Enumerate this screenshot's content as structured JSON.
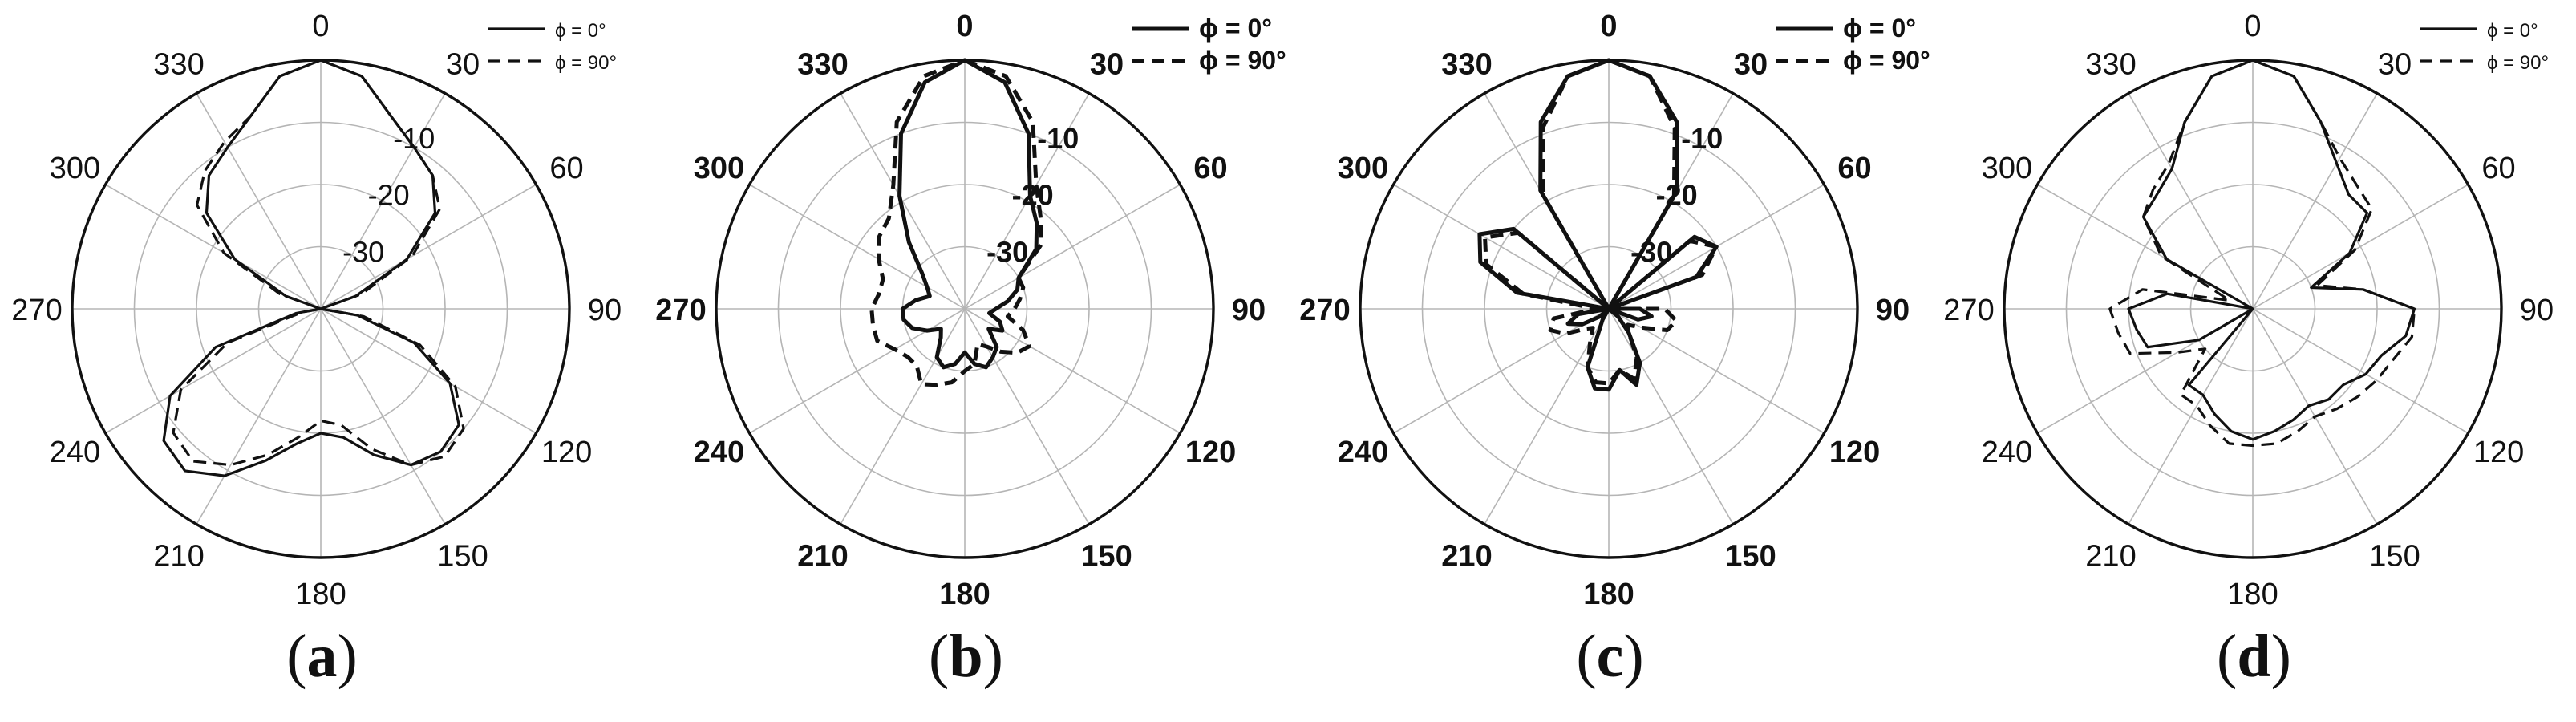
{
  "charts": [
    {
      "caption": "a",
      "legend": {
        "solid": "ϕ = 0°",
        "dashed": "ϕ = 90°"
      },
      "bold": false
    },
    {
      "caption": "b",
      "legend": {
        "solid": "ϕ = 0°",
        "dashed": "ϕ = 90°"
      },
      "bold": true
    },
    {
      "caption": "c",
      "legend": {
        "solid": "ϕ = 0°",
        "dashed": "ϕ = 90°"
      },
      "bold": true
    },
    {
      "caption": "d",
      "legend": {
        "solid": "ϕ = 0°",
        "dashed": "ϕ = 90°"
      },
      "bold": false
    }
  ],
  "chart_data": [
    {
      "type": "line",
      "polar": true,
      "angle_labels": [
        "0",
        "30",
        "60",
        "90",
        "120",
        "150",
        "180",
        "210",
        "240",
        "270",
        "300",
        "330"
      ],
      "radial_tick_labels": [
        "-10",
        "-20",
        "-30"
      ],
      "rlim": [
        -40,
        0
      ],
      "rings_dB": [
        -10,
        -20,
        -30
      ],
      "grid": true,
      "legend_position": "top-right",
      "series": [
        {
          "name": "ϕ = 0°",
          "style": "solid",
          "theta_deg": [
            0,
            10,
            20,
            30,
            40,
            50,
            60,
            70,
            80,
            90,
            100,
            110,
            120,
            130,
            140,
            150,
            160,
            170,
            180,
            190,
            200,
            210,
            220,
            230,
            240,
            250,
            260,
            270,
            280,
            290,
            300,
            310,
            320,
            330,
            340,
            350
          ],
          "gain_dB": [
            0,
            -2,
            -7,
            -10,
            -12,
            -16,
            -24,
            -34,
            -40,
            -40,
            -34,
            -24,
            -16,
            -11,
            -10,
            -11,
            -15,
            -19,
            -20,
            -18,
            -14,
            -9,
            -6,
            -7,
            -12,
            -22,
            -36,
            -40,
            -40,
            -34,
            -24,
            -16,
            -12,
            -10,
            -7,
            -2
          ]
        },
        {
          "name": "ϕ = 90°",
          "style": "dashed",
          "theta_deg": [
            0,
            10,
            20,
            30,
            40,
            50,
            60,
            70,
            80,
            90,
            100,
            110,
            120,
            130,
            140,
            150,
            160,
            170,
            180,
            190,
            200,
            210,
            220,
            230,
            240,
            250,
            260,
            270,
            280,
            290,
            300,
            310,
            320,
            330,
            340,
            350
          ],
          "gain_dB": [
            0,
            -2,
            -7,
            -10,
            -12,
            -15,
            -23,
            -33,
            -40,
            -40,
            -33,
            -23,
            -15,
            -10,
            -9,
            -11,
            -16,
            -21,
            -22,
            -19,
            -15,
            -11,
            -8,
            -9,
            -14,
            -24,
            -37,
            -40,
            -40,
            -33,
            -22,
            -14,
            -11,
            -9,
            -7,
            -2
          ]
        }
      ]
    },
    {
      "type": "line",
      "polar": true,
      "angle_labels": [
        "0",
        "30",
        "60",
        "90",
        "120",
        "150",
        "180",
        "210",
        "240",
        "270",
        "300",
        "330"
      ],
      "radial_tick_labels": [
        "-10",
        "-20",
        "-30"
      ],
      "rlim": [
        -40,
        0
      ],
      "rings_dB": [
        -10,
        -20,
        -30
      ],
      "grid": true,
      "legend_position": "top-right",
      "series": [
        {
          "name": "ϕ = 0°",
          "style": "solid",
          "theta_deg": [
            0,
            10,
            20,
            30,
            40,
            50,
            60,
            70,
            80,
            90,
            100,
            110,
            120,
            130,
            140,
            150,
            160,
            170,
            180,
            190,
            200,
            210,
            220,
            230,
            240,
            250,
            260,
            270,
            280,
            290,
            300,
            310,
            320,
            330,
            340,
            350
          ],
          "gain_dB": [
            0,
            -3,
            -10,
            -19,
            -22,
            -25,
            -30,
            -31,
            -33,
            -35,
            -36,
            -34,
            -33,
            -35,
            -32,
            -31,
            -30,
            -31,
            -33,
            -31,
            -30,
            -31,
            -34,
            -35,
            -33,
            -31,
            -30,
            -30,
            -32,
            -34,
            -33,
            -31,
            -26,
            -19,
            -10,
            -3
          ]
        },
        {
          "name": "ϕ = 90°",
          "style": "dashed",
          "theta_deg": [
            0,
            10,
            20,
            30,
            40,
            50,
            60,
            70,
            80,
            90,
            100,
            110,
            120,
            130,
            140,
            150,
            160,
            170,
            180,
            190,
            200,
            210,
            220,
            230,
            240,
            250,
            260,
            270,
            280,
            290,
            300,
            310,
            320,
            330,
            340,
            350
          ],
          "gain_dB": [
            0,
            -2,
            -8,
            -17,
            -21,
            -24,
            -30,
            -30,
            -31,
            -32,
            -33,
            -30,
            -28,
            -29,
            -31,
            -33,
            -34,
            -31,
            -30,
            -28,
            -27,
            -26,
            -28,
            -28,
            -27,
            -25,
            -25,
            -25,
            -26,
            -26,
            -24,
            -22,
            -21,
            -17,
            -8,
            -2
          ]
        }
      ]
    },
    {
      "type": "line",
      "polar": true,
      "angle_labels": [
        "0",
        "30",
        "60",
        "90",
        "120",
        "150",
        "180",
        "210",
        "240",
        "270",
        "300",
        "330"
      ],
      "radial_tick_labels": [
        "-10",
        "-20",
        "-30"
      ],
      "rlim": [
        -40,
        0
      ],
      "rings_dB": [
        -10,
        -20,
        -30
      ],
      "grid": true,
      "legend_position": "top-right",
      "series": [
        {
          "name": "ϕ = 0°",
          "style": "solid",
          "theta_deg": [
            0,
            10,
            20,
            30,
            40,
            50,
            60,
            70,
            80,
            90,
            100,
            110,
            120,
            130,
            140,
            150,
            160,
            170,
            180,
            190,
            200,
            210,
            220,
            230,
            240,
            250,
            260,
            270,
            280,
            290,
            300,
            310,
            320,
            330,
            340,
            350
          ],
          "gain_dB": [
            0,
            -2,
            -8,
            -18,
            -40,
            -22,
            -20,
            -25,
            -40,
            -35,
            -33,
            -35,
            -40,
            -38,
            -35,
            -30,
            -27,
            -30,
            -27,
            -27,
            -30,
            -38,
            -40,
            -38,
            -35,
            -33,
            -35,
            -40,
            -25,
            -18,
            -16,
            -20,
            -40,
            -18,
            -8,
            -2
          ]
        },
        {
          "name": "ϕ = 90°",
          "style": "dashed",
          "theta_deg": [
            0,
            10,
            20,
            30,
            40,
            50,
            60,
            70,
            80,
            90,
            100,
            110,
            120,
            130,
            140,
            150,
            160,
            170,
            180,
            190,
            200,
            210,
            220,
            230,
            240,
            250,
            260,
            270,
            280,
            290,
            300,
            310,
            320,
            330,
            340,
            350
          ],
          "gain_dB": [
            0,
            -2,
            -9,
            -19,
            -40,
            -23,
            -20,
            -24,
            -40,
            -31,
            -29,
            -30,
            -34,
            -36,
            -35,
            -31,
            -28,
            -30,
            -28,
            -28,
            -30,
            -34,
            -36,
            -35,
            -32,
            -30,
            -31,
            -38,
            -26,
            -19,
            -17,
            -21,
            -40,
            -19,
            -9,
            -2
          ]
        }
      ]
    },
    {
      "type": "line",
      "polar": true,
      "angle_labels": [
        "0",
        "30",
        "60",
        "90",
        "120",
        "150",
        "180",
        "210",
        "240",
        "270",
        "300",
        "330"
      ],
      "radial_tick_labels": [],
      "rlim": [
        -40,
        0
      ],
      "rings_dB": [
        -10,
        -20,
        -30
      ],
      "grid": true,
      "legend_position": "top-right",
      "series": [
        {
          "name": "ϕ = 0°",
          "style": "solid",
          "theta_deg": [
            0,
            10,
            20,
            30,
            40,
            50,
            60,
            70,
            80,
            90,
            100,
            110,
            120,
            130,
            140,
            150,
            160,
            170,
            180,
            190,
            200,
            210,
            220,
            230,
            240,
            250,
            260,
            270,
            280,
            290,
            300,
            310,
            320,
            330,
            340,
            350
          ],
          "gain_dB": [
            0,
            -2,
            -8,
            -13,
            -16,
            -16,
            -22,
            -30,
            -22,
            -14,
            -15,
            -18,
            -19,
            -21,
            -21,
            -22,
            -21,
            -20,
            -19,
            -20,
            -22,
            -24,
            -24,
            -40,
            -30,
            -22,
            -21,
            -20,
            -26,
            -40,
            -24,
            -17,
            -16,
            -14,
            -8,
            -2
          ]
        },
        {
          "name": "ϕ = 90°",
          "style": "dashed",
          "theta_deg": [
            0,
            10,
            20,
            30,
            40,
            50,
            60,
            70,
            80,
            90,
            100,
            110,
            120,
            130,
            140,
            150,
            160,
            170,
            180,
            190,
            200,
            210,
            220,
            230,
            240,
            250,
            260,
            270,
            280,
            290,
            300,
            310,
            320,
            330,
            340,
            350
          ],
          "gain_dB": [
            0,
            -2,
            -8,
            -12,
            -14,
            -15,
            -21,
            -29,
            -22,
            -14,
            -14,
            -16,
            -17,
            -18,
            -19,
            -20,
            -19,
            -18,
            -18,
            -18,
            -20,
            -22,
            -22,
            -30,
            -26,
            -19,
            -18,
            -17,
            -22,
            -36,
            -23,
            -17,
            -15,
            -13,
            -8,
            -2
          ]
        }
      ]
    }
  ]
}
